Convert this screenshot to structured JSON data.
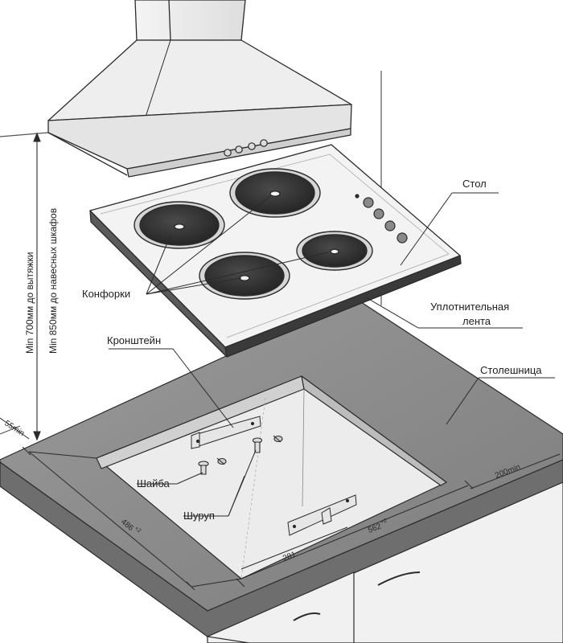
{
  "labels": {
    "table": "Стол",
    "burners": "Конфорки",
    "seal_line1": "Уплотнительная",
    "seal_line2": "лента",
    "bracket": "Кронштейн",
    "countertop": "Столешница",
    "washer": "Шайба",
    "screw": "Шуруп"
  },
  "vertical_notes": {
    "hood_distance": "Min 700мм до вытяжки",
    "cabinet_distance": "Min 850мм до навесных шкафов"
  },
  "dimensions": {
    "edge": "55min",
    "depth": "486",
    "depth_tol": "+2",
    "half_width": "281",
    "width": "562",
    "width_tol": "+2",
    "side_clearance": "200min"
  },
  "colors": {
    "outline": "#2b2b2b",
    "countertop": "#8c8c8c",
    "countertop_edge": "#6e6e6e",
    "burner": "#3a3a3a",
    "panel": "#f3f3f3",
    "hood": "#ececec"
  }
}
